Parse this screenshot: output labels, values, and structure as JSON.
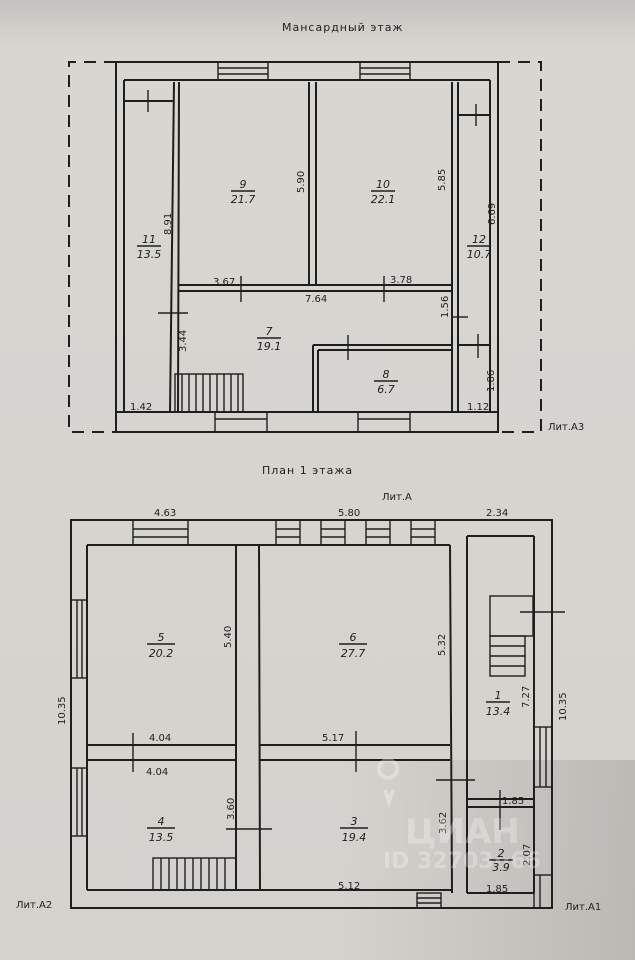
{
  "attic_plan": {
    "title": "Мансардный этаж",
    "lit_label": "Лит.А3",
    "rooms": [
      {
        "number": "9",
        "area": "21.7"
      },
      {
        "number": "10",
        "area": "22.1"
      },
      {
        "number": "11",
        "area": "13.5"
      },
      {
        "number": "12",
        "area": "10.7"
      },
      {
        "number": "7",
        "area": "19.1"
      },
      {
        "number": "8",
        "area": "6.7"
      }
    ],
    "dimensions": [
      "5.90",
      "5.85",
      "8.91",
      "6.69",
      "3.67",
      "3.78",
      "7.64",
      "1.56",
      "3.44",
      "1.86",
      "1.42",
      "1.12"
    ]
  },
  "first_floor_plan": {
    "title": "План 1 этажа",
    "lit_top": "Лит.А",
    "lit_left": "Лит.А2",
    "lit_right": "Лит.А1",
    "rooms": [
      {
        "number": "5",
        "area": "20.2"
      },
      {
        "number": "6",
        "area": "27.7"
      },
      {
        "number": "1",
        "area": "13.4"
      },
      {
        "number": "4",
        "area": "13.5"
      },
      {
        "number": "3",
        "area": "19.4"
      },
      {
        "number": "2",
        "area": "3.9"
      }
    ],
    "dimensions": [
      "4.63",
      "5.80",
      "2.34",
      "5.40",
      "5.32",
      "10.35",
      "10.35",
      "7.27",
      "4.04",
      "4.04",
      "5.17",
      "3.60",
      "3.62",
      "1.85",
      "2.07",
      "5.12",
      "1.85"
    ]
  },
  "watermark": {
    "brand": "ЦИАН",
    "id": "ID 32703··66"
  }
}
